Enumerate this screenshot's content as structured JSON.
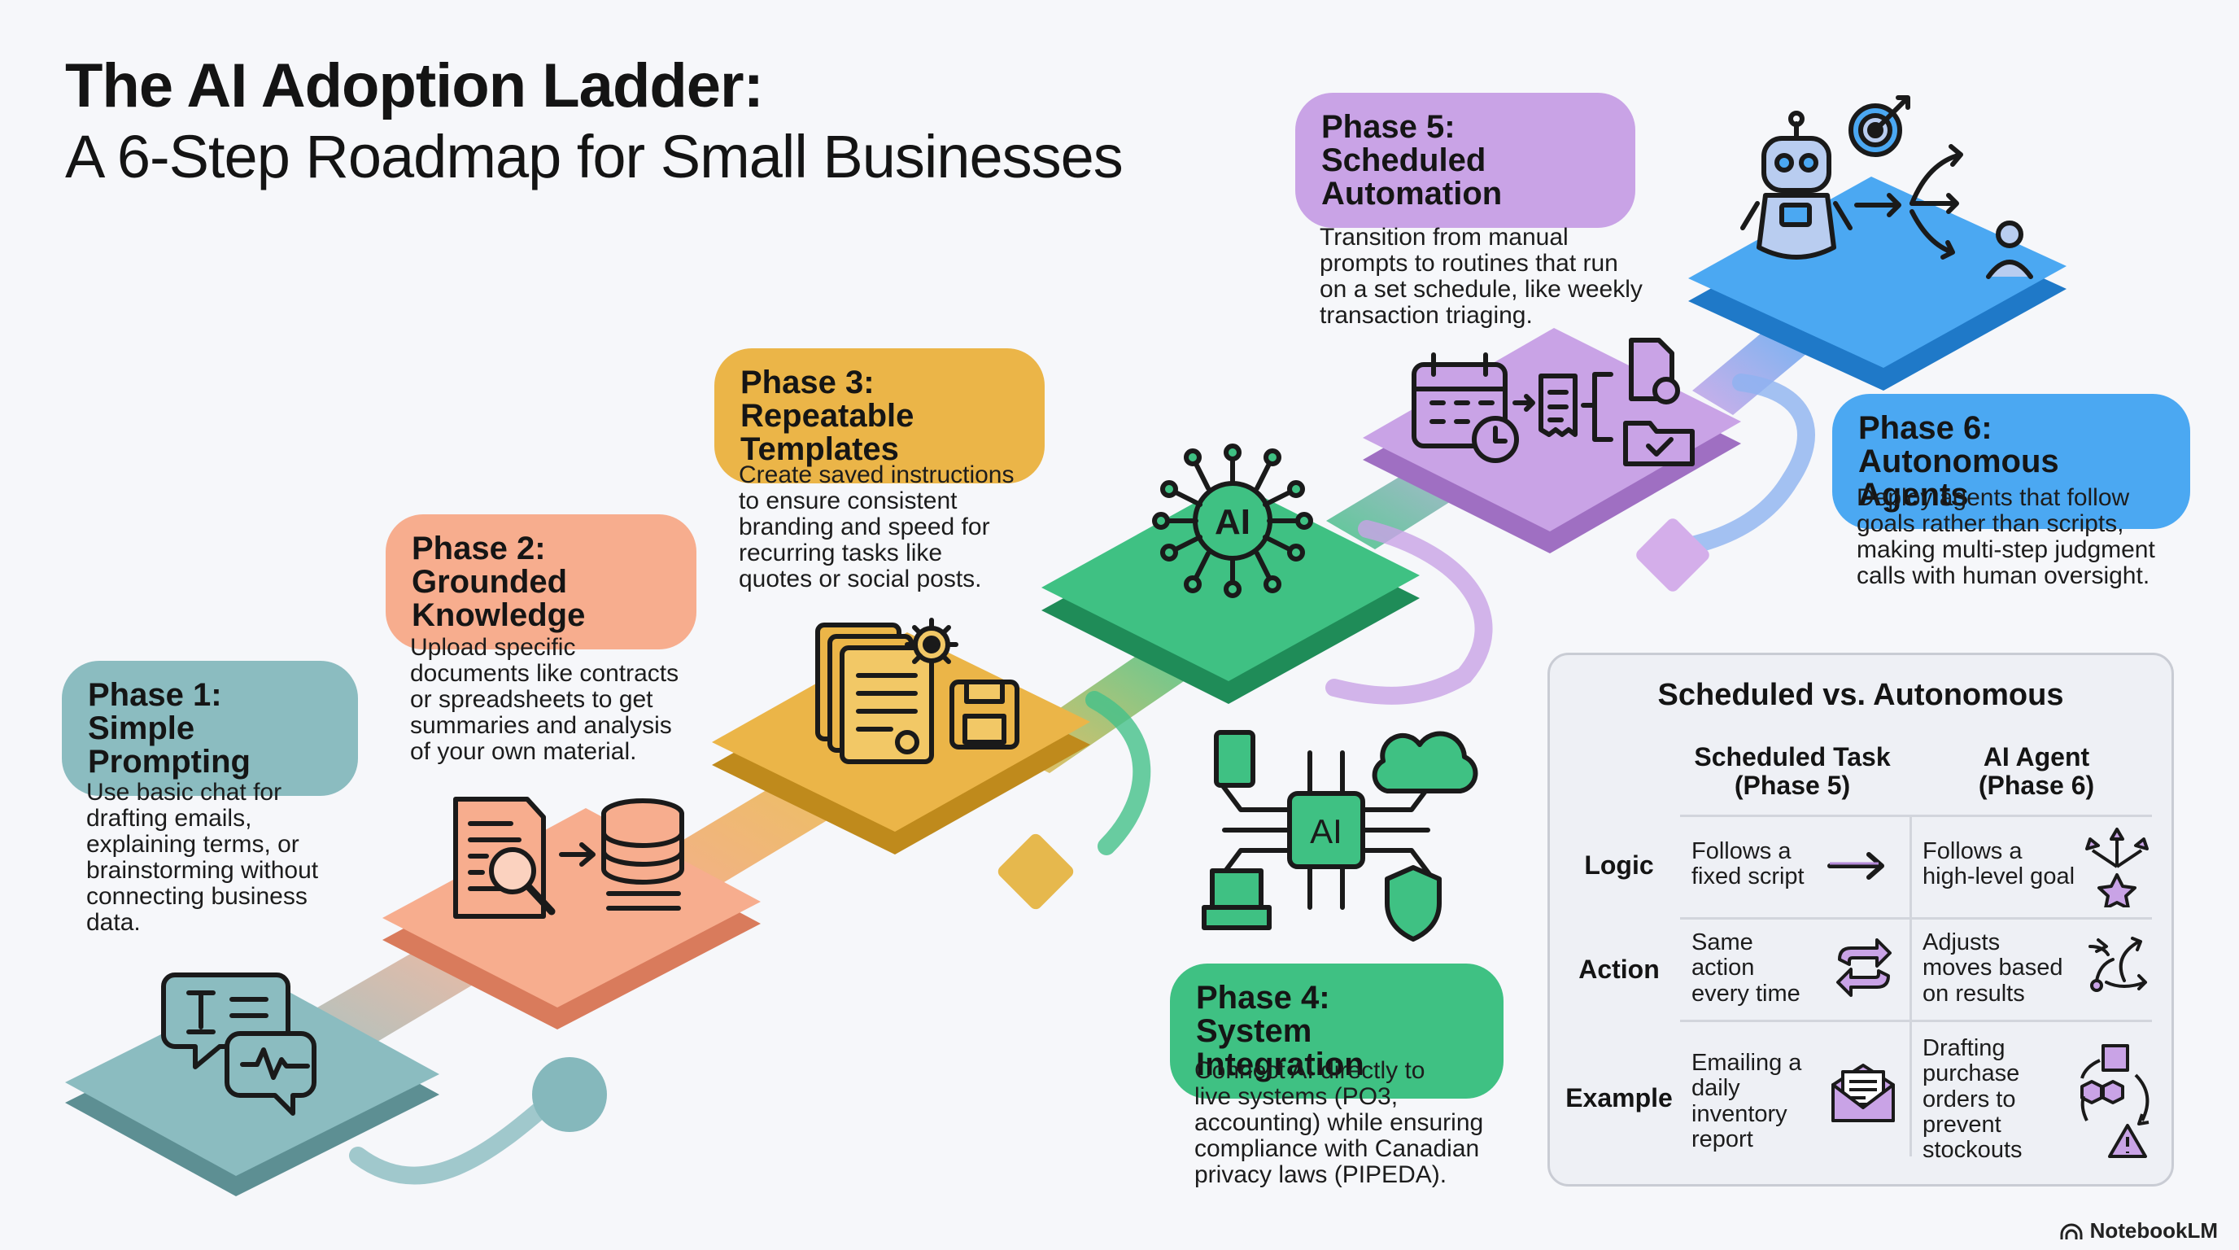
{
  "title": {
    "line1": "The AI Adoption Ladder:",
    "line2": "A 6-Step Roadmap for Small Businesses"
  },
  "colors": {
    "phase1": "#8bbcc0",
    "phase2": "#f7ad8e",
    "phase3": "#ebb548",
    "phase4": "#3fc183",
    "phase5": "#c9a3e6",
    "phase6": "#4ba8f2"
  },
  "phases": [
    {
      "label": "Phase 1:\nSimple\nPrompting",
      "description": "Use basic chat for\ndrafting emails,\nexplaining terms, or\nbrainstorming without\nconnecting business\ndata.",
      "icon": "chat-bubbles-icon"
    },
    {
      "label": "Phase 2:\nGrounded\nKnowledge",
      "description": "Upload specific\ndocuments like contracts\nor spreadsheets to get\nsummaries and analysis\nof your own material.",
      "icon": "document-search-database-icon"
    },
    {
      "label": "Phase 3:\nRepeatable\nTemplates",
      "description": "Create saved instructions\nto ensure consistent\nbranding and speed for\nrecurring tasks like\nquotes or social posts.",
      "icon": "template-gear-save-icon"
    },
    {
      "label": "Phase 4:\nSystem Integration",
      "description": "Connect AI directly to\nlive systems (PO3,\naccounting) while ensuring\ncompliance with Canadian\nprivacy laws (PIPEDA).",
      "icon": "ai-chip-network-icon",
      "node_label": "AI",
      "chip_label": "AI"
    },
    {
      "label": "Phase 5:\nScheduled\nAutomation",
      "description": "Transition from manual\nprompts to routines that run\non a set schedule, like weekly\ntransaction triaging.",
      "icon": "calendar-workflow-icon"
    },
    {
      "label": "Phase 6:\nAutonomous Agents",
      "description": "Deploy agents that follow\ngoals rather than scripts,\nmaking multi-step judgment\ncalls with human oversight.",
      "icon": "robot-target-icon"
    }
  ],
  "comparison": {
    "title": "Scheduled vs. Autonomous",
    "columns": [
      "Scheduled Task\n(Phase 5)",
      "AI Agent\n(Phase 6)"
    ],
    "rows": [
      {
        "label": "Logic",
        "scheduled": "Follows a\nfixed script",
        "agent": "Follows a\nhigh-level goal",
        "scheduled_icon": "arrow-right-icon",
        "agent_icon": "branching-star-icon"
      },
      {
        "label": "Action",
        "scheduled": "Same\naction\nevery time",
        "agent": "Adjusts\nmoves based\non results",
        "scheduled_icon": "repeat-icon",
        "agent_icon": "adaptive-path-icon"
      },
      {
        "label": "Example",
        "scheduled": "Emailing a\ndaily\ninventory\nreport",
        "agent": "Drafting\npurchase\norders to\nprevent\nstockouts",
        "scheduled_icon": "envelope-icon",
        "agent_icon": "cycle-boxes-warning-icon"
      }
    ]
  },
  "brand": "NotebookLM"
}
